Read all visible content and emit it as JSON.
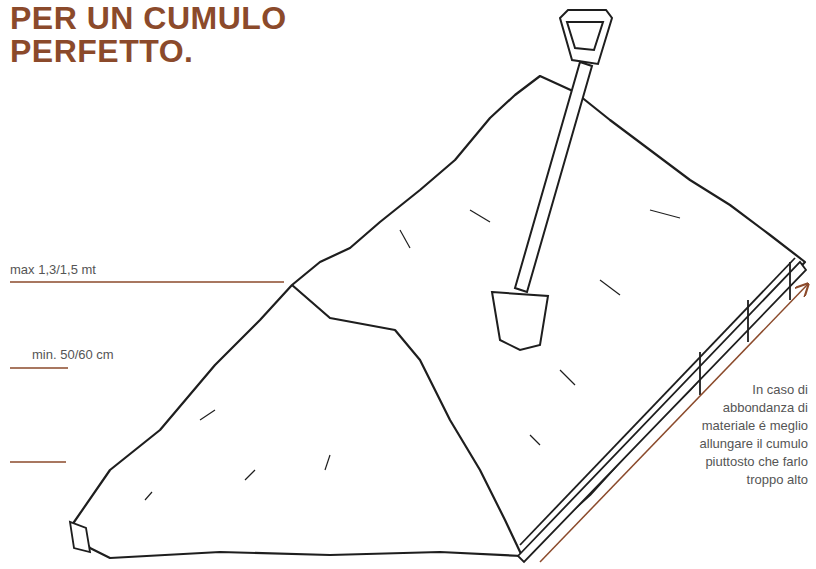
{
  "diagram": {
    "title": "PER UN CUMULO PERFETTO.",
    "labels": [
      "max 1,3/1,5 mt",
      "min. 50/60 cm",
      "In caso di abbondanza di materiale é meglio allungare il cumulo piuttosto che farlo troppo alto"
    ]
  }
}
